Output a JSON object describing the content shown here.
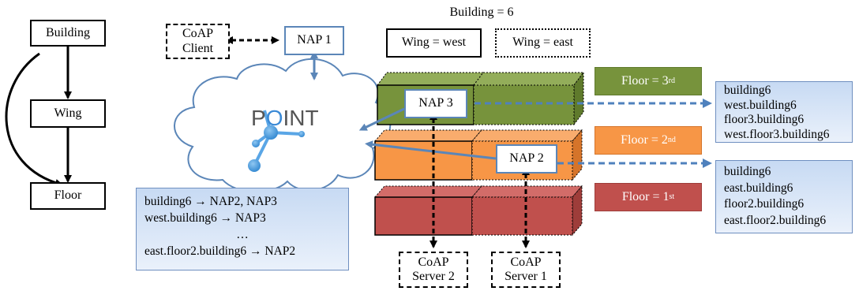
{
  "hierarchy": {
    "building": "Building",
    "wing": "Wing",
    "floor": "Floor"
  },
  "coap_client": [
    "CoAP",
    "Client"
  ],
  "nap1": "NAP 1",
  "nap2": "NAP 2",
  "nap3": "NAP 3",
  "cloud_logo": {
    "p": "P",
    "o": "O",
    "int": "INT"
  },
  "building_title": "Building = 6",
  "wing_west": "Wing = west",
  "wing_east": "Wing = east",
  "floors": {
    "third": {
      "text": "Floor = 3",
      "sup": "rd",
      "color": "#77933c"
    },
    "second": {
      "text": "Floor = 2",
      "sup": "nd",
      "color": "#f79646"
    },
    "first": {
      "text": "Floor = 1",
      "sup": "st",
      "color": "#c0504d"
    }
  },
  "nap3_names": [
    "building6",
    "west.building6",
    "floor3.building6",
    "west.floor3.building6"
  ],
  "nap2_names": [
    "building6",
    "east.building6",
    "floor2.building6",
    "east.floor2.building6"
  ],
  "routing_table": [
    "building6 → NAP2, NAP3",
    "west.building6  → NAP3",
    "…",
    "east.floor2.building6  → NAP2"
  ],
  "server2": [
    "CoAP",
    "Server 2"
  ],
  "server1": [
    "CoAP",
    "Server 1"
  ],
  "colors": {
    "green": "#77933c",
    "orange": "#f79646",
    "red": "#c0504d",
    "arrow_blue": "#4f81bd",
    "cloud_line": "#5b86b8"
  }
}
